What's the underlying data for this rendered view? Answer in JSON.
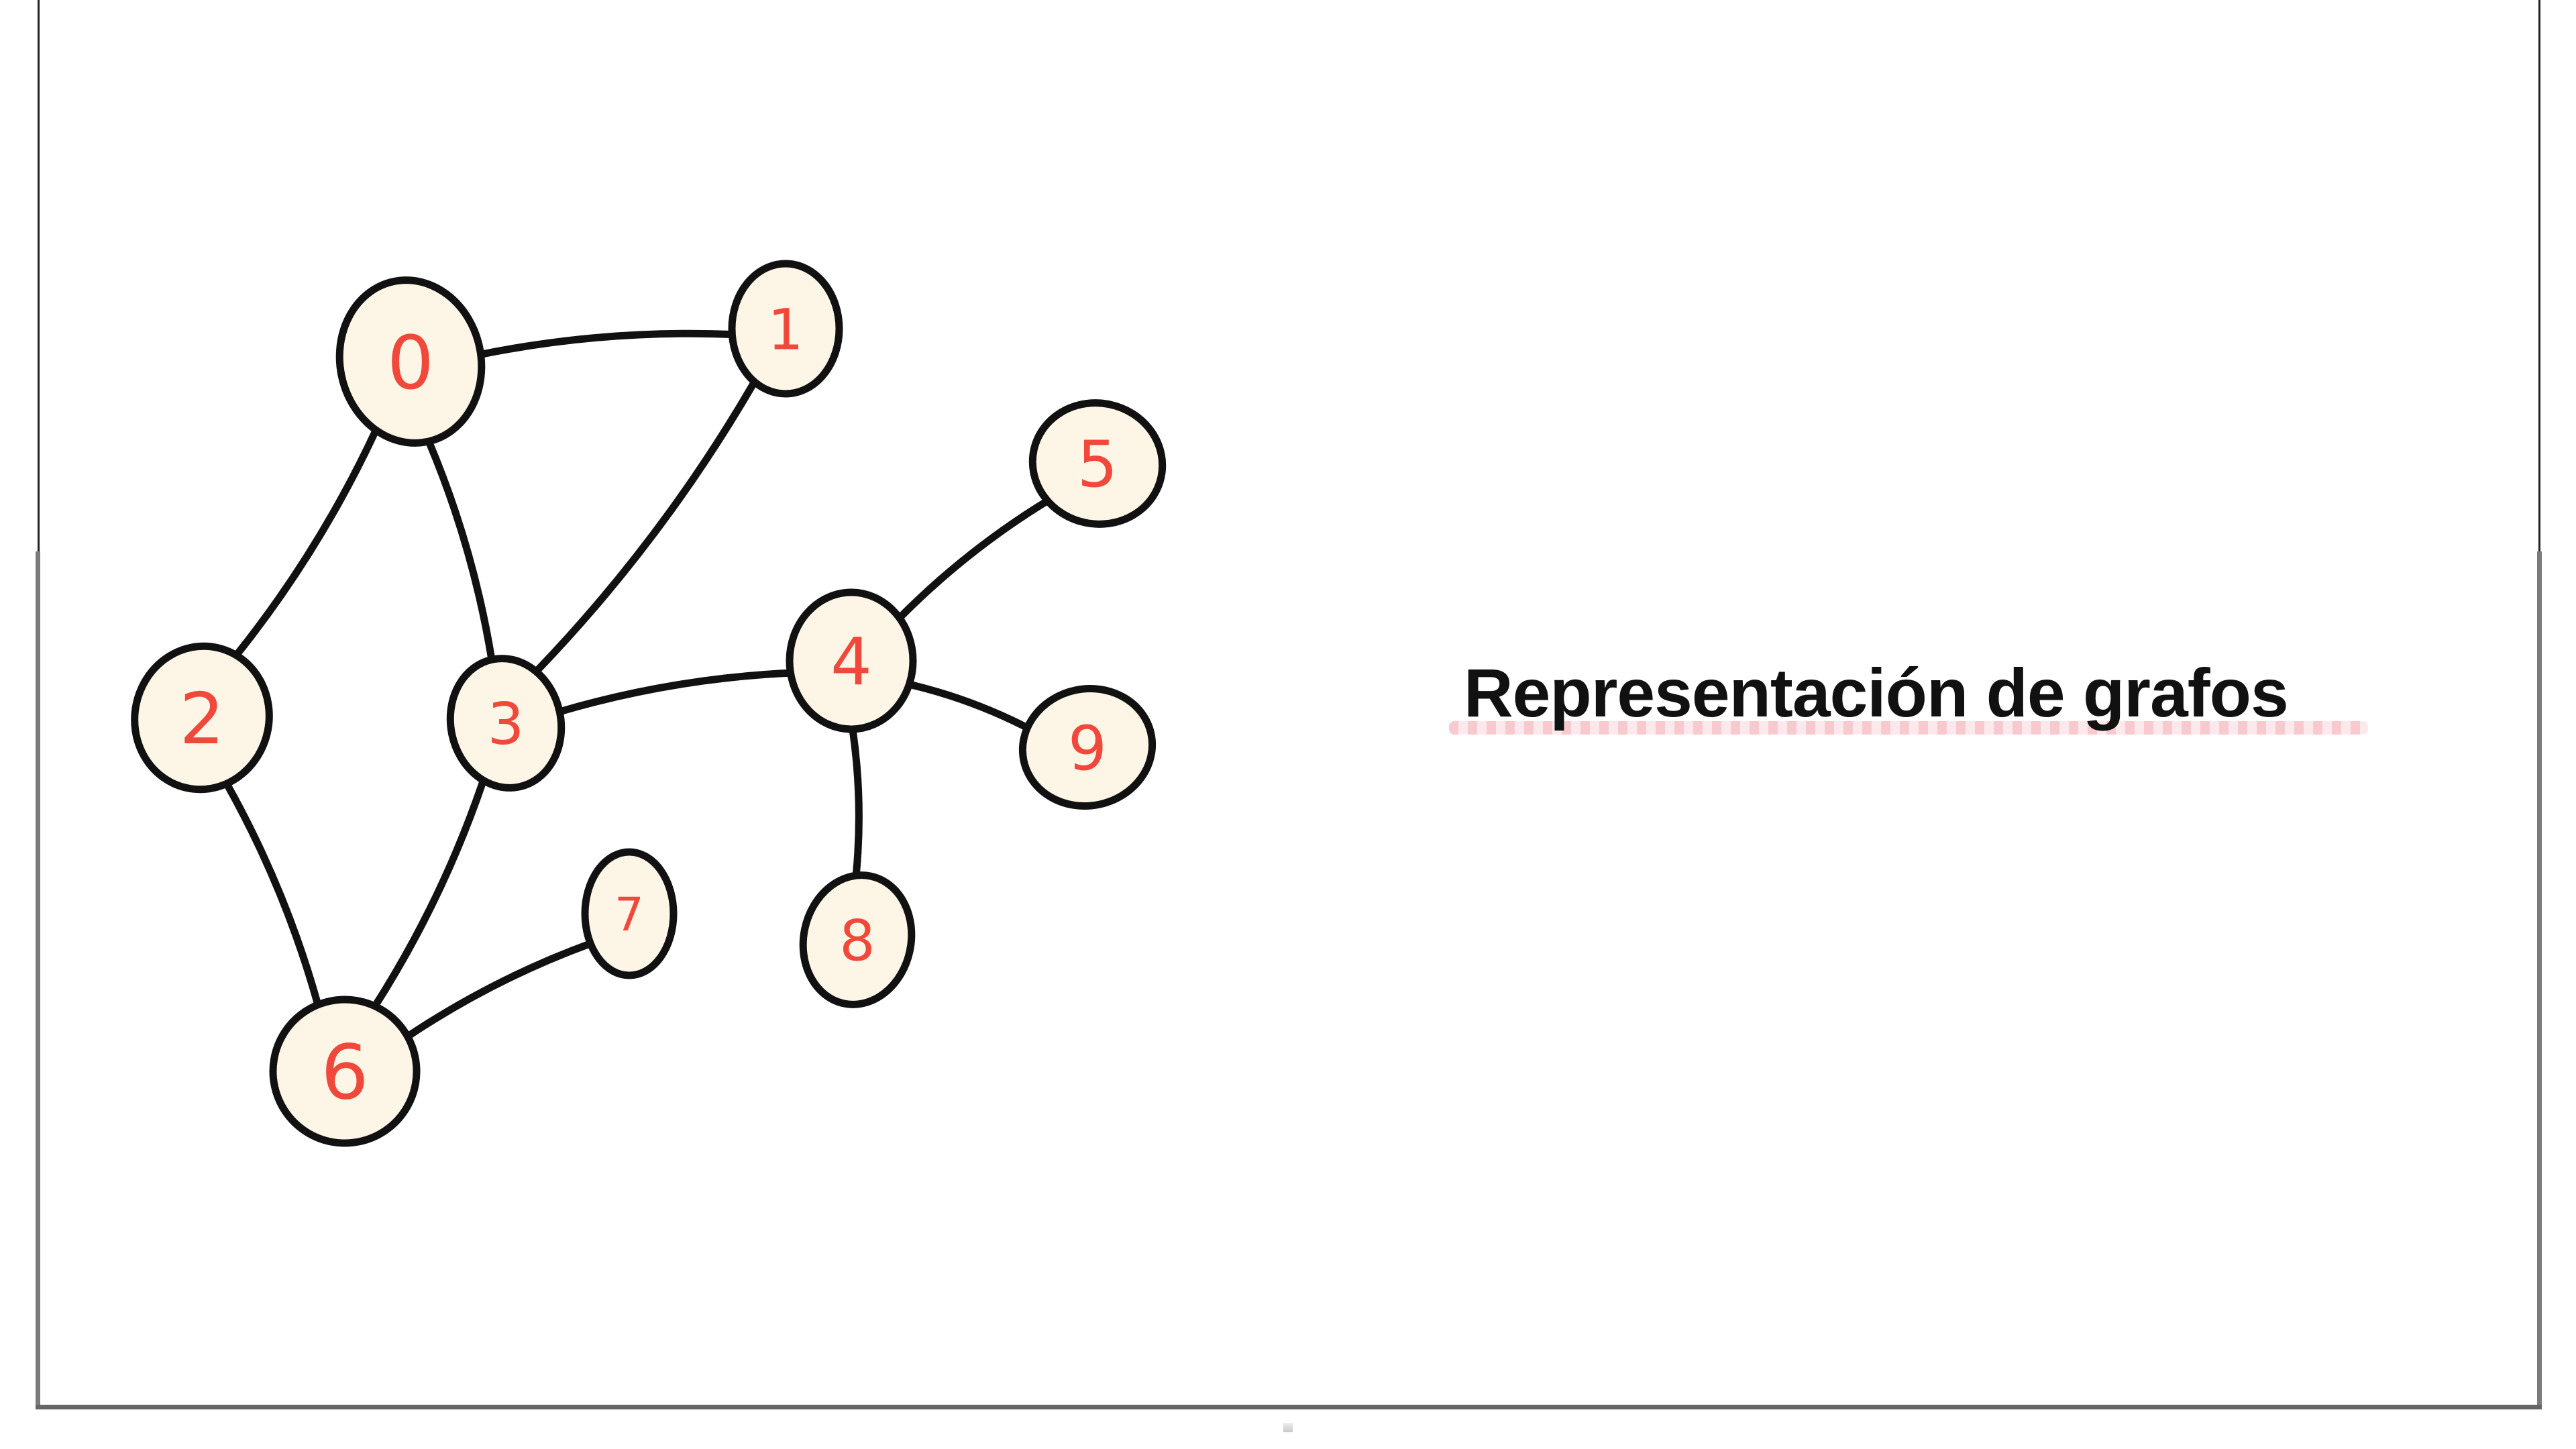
{
  "title": "Representación de grafos",
  "graph": {
    "nodes": [
      "0",
      "1",
      "2",
      "3",
      "4",
      "5",
      "6",
      "7",
      "8",
      "9"
    ],
    "edges": [
      [
        "0",
        "1"
      ],
      [
        "0",
        "2"
      ],
      [
        "0",
        "3"
      ],
      [
        "1",
        "3"
      ],
      [
        "3",
        "4"
      ],
      [
        "4",
        "5"
      ],
      [
        "4",
        "9"
      ],
      [
        "4",
        "8"
      ],
      [
        "3",
        "6"
      ],
      [
        "2",
        "6"
      ],
      [
        "6",
        "7"
      ]
    ],
    "colors": {
      "stroke": "#111111",
      "label": "#f0483a",
      "fill": "#fdf6e6"
    }
  }
}
